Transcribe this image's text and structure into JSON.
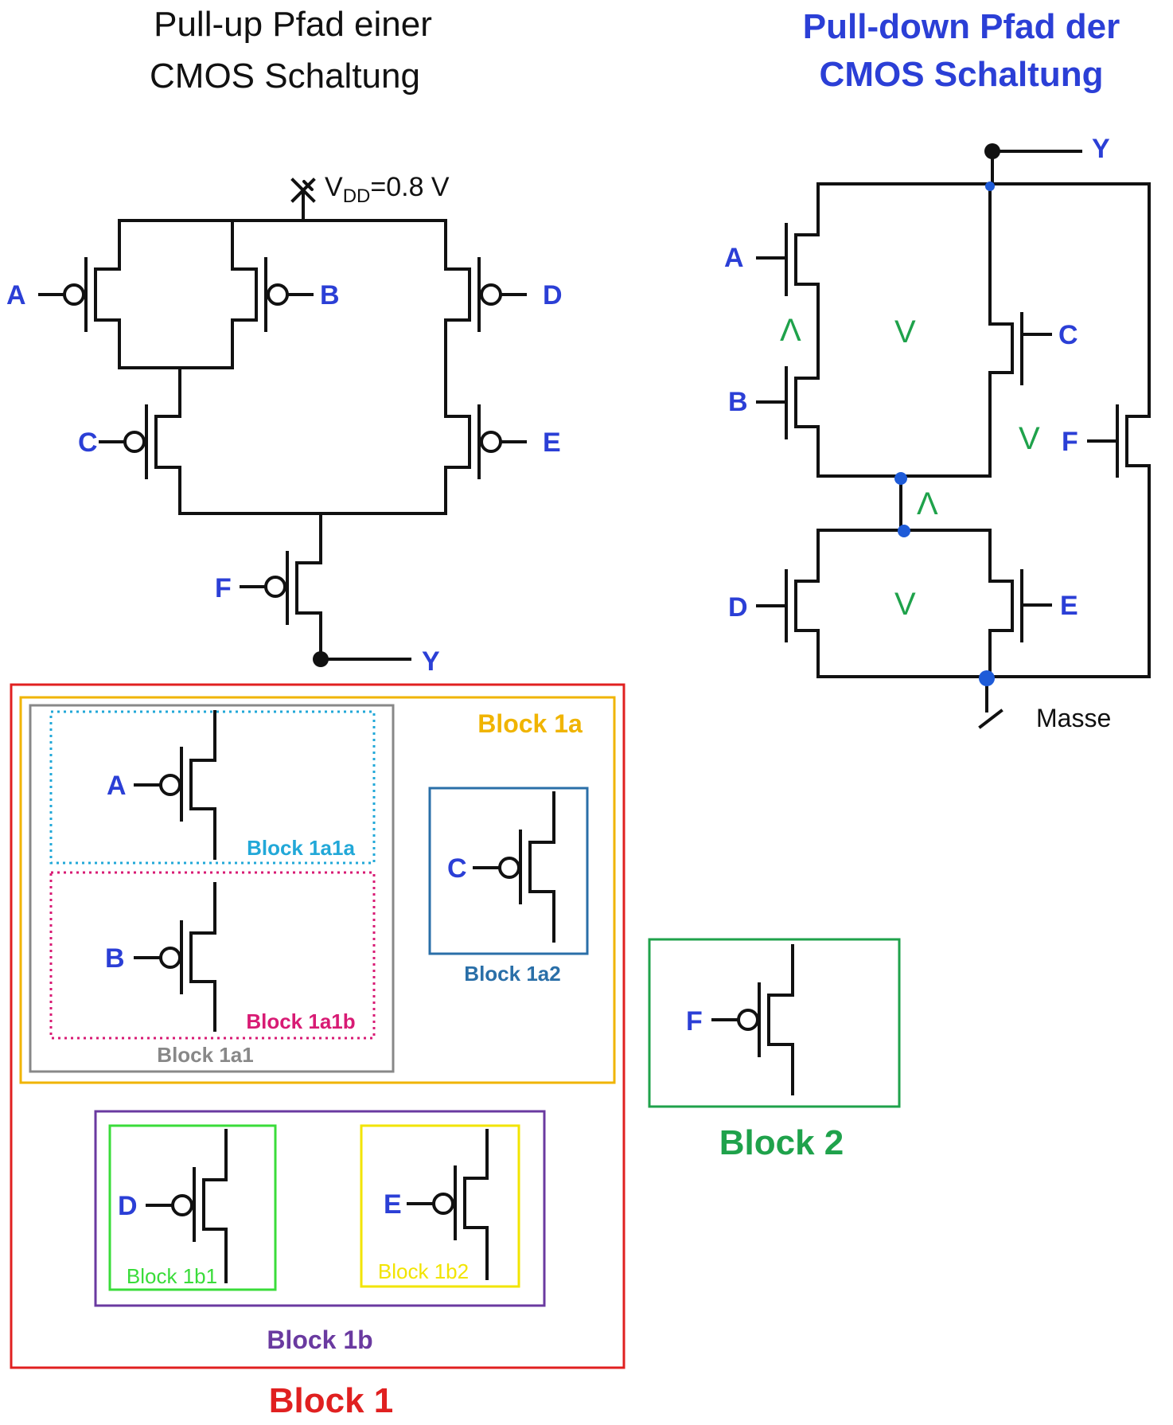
{
  "titles": {
    "pullup_line1": "Pull-up Pfad einer",
    "pullup_line2": "CMOS Schaltung",
    "pulldown_line1": "Pull-down Pfad der",
    "pulldown_line2": "CMOS Schaltung"
  },
  "supply": {
    "v": "V",
    "sub": "DD",
    "value": "=0.8 V"
  },
  "ground_label": "Masse",
  "output_label": "Y",
  "inputs": [
    "A",
    "B",
    "C",
    "D",
    "E",
    "F"
  ],
  "operators": {
    "and": "Λ",
    "or": "V"
  },
  "blocks": {
    "block1": "Block 1",
    "block1a": "Block 1a",
    "block1a1": "Block 1a1",
    "block1a1a": "Block 1a1a",
    "block1a1b": "Block 1a1b",
    "block1a2": "Block 1a2",
    "block1b": "Block 1b",
    "block1b1": "Block 1b1",
    "block1b2": "Block 1b2",
    "block2": "Block 2"
  },
  "colors": {
    "label_blue": "#2b3fd6",
    "operator_green": "#1fa24b",
    "node_dot_blue": "#1e5bd8",
    "block1": "#e02020",
    "block1a": "#f0b400",
    "block1a1": "#888888",
    "block1a1a": "#22a8d8",
    "block1a1b": "#d81b74",
    "block1a2": "#2a6fa8",
    "block1b": "#6a3aa0",
    "block1b1": "#3adc3a",
    "block1b2": "#f2e400",
    "block2": "#1fa24b"
  }
}
